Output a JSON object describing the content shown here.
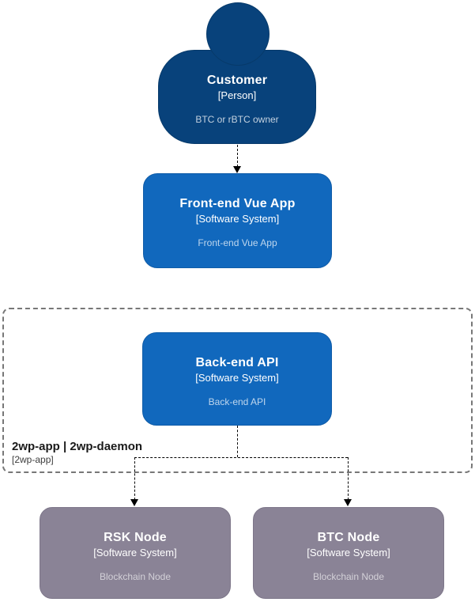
{
  "diagram": {
    "person": {
      "name": "Customer",
      "type": "[Person]",
      "description": "BTC or rBTC owner"
    },
    "frontend": {
      "name": "Front-end Vue App",
      "type": "[Software System]",
      "description": "Front-end Vue App"
    },
    "backend": {
      "name": "Back-end API",
      "type": "[Software System]",
      "description": "Back-end API"
    },
    "boundary": {
      "label": "2wp-app | 2wp-daemon",
      "sublabel": "[2wp-app]"
    },
    "rsk": {
      "name": "RSK Node",
      "type": "[Software System]",
      "description": "Blockchain Node"
    },
    "btc": {
      "name": "BTC Node",
      "type": "[Software System]",
      "description": "Blockchain Node"
    }
  },
  "colors": {
    "person_fill": "#08427B",
    "person_stroke": "#073A6A",
    "system_fill": "#1168BD",
    "system_stroke": "#0F5CA8",
    "node_fill": "#8A8396",
    "node_stroke": "#7D7689",
    "connector": "#000000",
    "boundary_border": "#777777",
    "background": "#FFFFFF"
  }
}
